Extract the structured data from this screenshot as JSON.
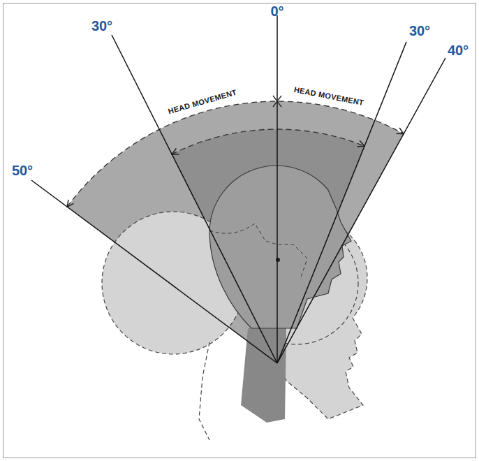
{
  "diagram": {
    "labels": [
      "50°",
      "30°",
      "HEAD MOVEMENT",
      "0°",
      "HEAD MOVEMENT",
      "30°",
      "40°"
    ]
  }
}
